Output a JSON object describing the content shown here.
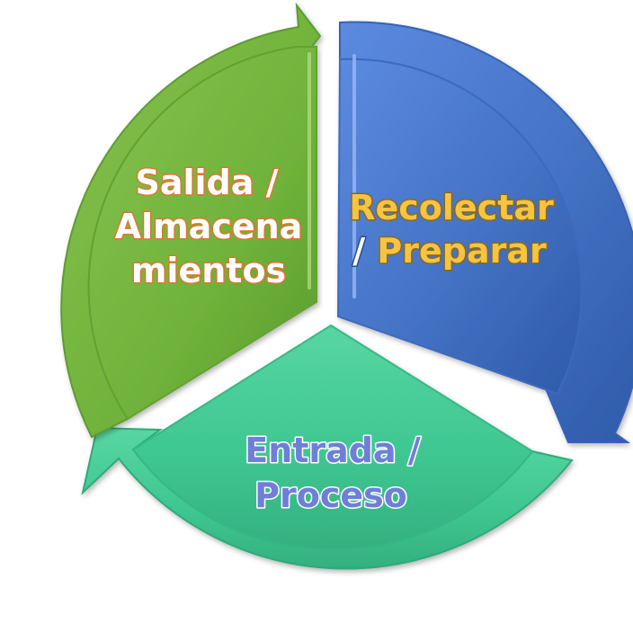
{
  "diagram": {
    "segments": [
      {
        "id": "recolectar",
        "line1_a": "Recolectar",
        "line2_a": "/ ",
        "line2_b": "Preparar",
        "color": "#4472c4"
      },
      {
        "id": "entrada",
        "line1": "Entrada /",
        "line2": "Proceso",
        "color": "#3ec690"
      },
      {
        "id": "salida",
        "line1": "Salida /",
        "line2": "Almacena",
        "line3": "mientos",
        "color": "#6fb23a"
      }
    ]
  }
}
